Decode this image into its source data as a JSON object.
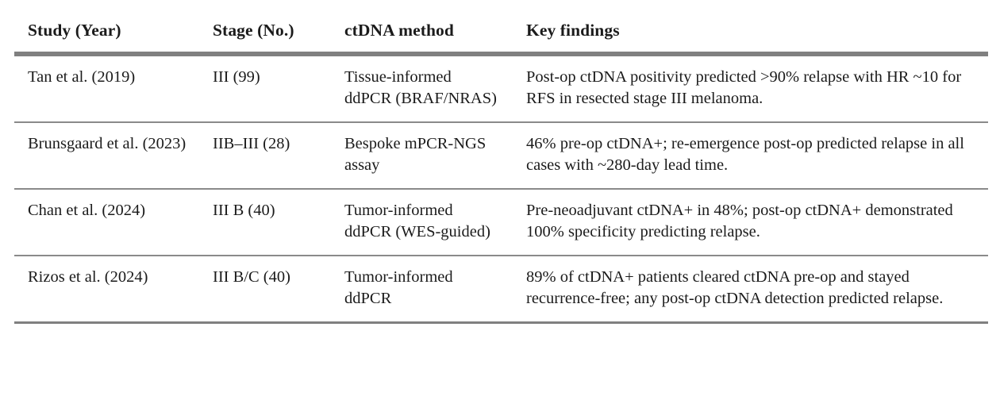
{
  "table": {
    "caption_visible": false,
    "style": {
      "rule_color": "#808080",
      "text_color": "#1b1b1b",
      "background": "#ffffff"
    },
    "columns": [
      {
        "key": "study",
        "label": "Study (Year)"
      },
      {
        "key": "stage",
        "label": "Stage (No.)"
      },
      {
        "key": "method",
        "label": "ctDNA method"
      },
      {
        "key": "findings",
        "label": "Key findings"
      }
    ],
    "rows": [
      {
        "study": "Tan et al. (2019)",
        "stage": "III (99)",
        "method": "Tissue-informed ddPCR (BRAF/NRAS)",
        "findings": "Post-op ctDNA positivity predicted >90% relapse with HR ~10 for RFS in resected stage III melanoma."
      },
      {
        "study": "Brunsgaard et al. (2023)",
        "stage": "IIB–III (28)",
        "method": "Bespoke mPCR-NGS assay",
        "findings": "46% pre-op ctDNA+; re-emergence post-op predicted relapse in all cases with ~280-day lead time."
      },
      {
        "study": "Chan et al. (2024)",
        "stage": "III B (40)",
        "method": "Tumor-informed ddPCR (WES-guided)",
        "findings": "Pre-neoadjuvant ctDNA+ in 48%; post-op ctDNA+ demonstrated 100% specificity predicting relapse."
      },
      {
        "study": "Rizos et al. (2024)",
        "stage": "III B/C (40)",
        "method": "Tumor-informed ddPCR",
        "findings": "89% of ctDNA+ patients cleared ctDNA pre-op and stayed recurrence-free; any post-op ctDNA detection predicted relapse."
      }
    ]
  }
}
